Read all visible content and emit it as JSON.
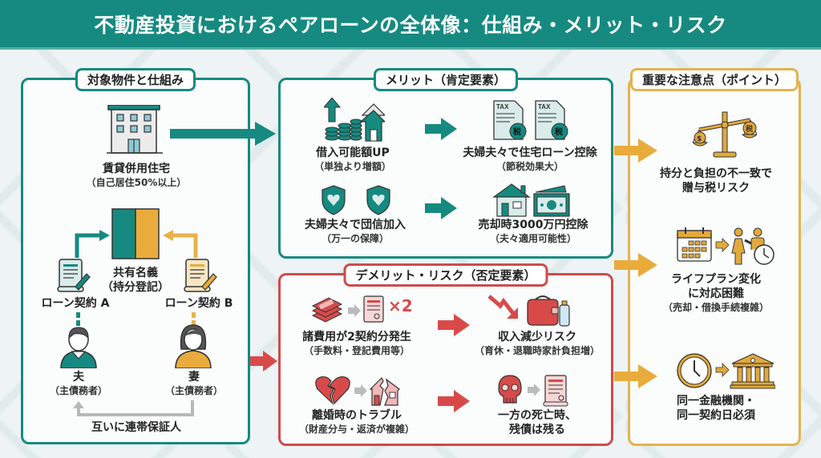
{
  "title": "不動産投資におけるペアローンの全体像：仕組み・メリット・リスク",
  "colors": {
    "teal": "#168a80",
    "red": "#cc4c4c",
    "gold": "#e2b451",
    "background": "#eef4f5"
  },
  "structure": {
    "heading": "対象物件と仕組み",
    "property": {
      "icon": "apartment-building-icon",
      "label": "賃貸併用住宅",
      "note": "（自己居住50%以上）"
    },
    "ownership": {
      "icon": "co-ownership-split-icon",
      "label": "共有名義",
      "note": "（持分登記）"
    },
    "loan_a": {
      "icon": "contract-teal-icon",
      "label": "ローン契約 A"
    },
    "loan_b": {
      "icon": "contract-gold-icon",
      "label": "ローン契約 B"
    },
    "husband": {
      "icon": "husband-person-icon",
      "label": "夫",
      "note": "（主債務者）"
    },
    "wife": {
      "icon": "wife-person-icon",
      "label": "妻",
      "note": "（主債務者）"
    },
    "guarantee": "互いに連帯保証人"
  },
  "merits": {
    "heading": "メリット（肯定要素）",
    "items": [
      {
        "icon": "coins-house-up-icon",
        "label": "借入可能額UP",
        "note": "（単独より増額）"
      },
      {
        "icon": "tax-documents-icon",
        "label": "夫婦夫々で住宅ローン控除",
        "note": "（節税効果大）"
      },
      {
        "icon": "shield-heart-icon",
        "label": "夫婦夫々で団信加入",
        "note": "（万一の保障）"
      },
      {
        "icon": "house-cash-icon",
        "label": "売却時3000万円控除",
        "note": "（夫々適用可能性）"
      }
    ]
  },
  "risks": {
    "heading": "デメリット・リスク（否定要素）",
    "items": [
      {
        "icon": "money-contract-x2-icon",
        "label": "諸費用が2契約分発生",
        "note": "（手数料・登記費用等）",
        "badge": "×2"
      },
      {
        "icon": "income-down-wallet-icon",
        "label": "収入減少リスク",
        "note": "（育休・退職時家計負担増）"
      },
      {
        "icon": "broken-heart-house-icon",
        "label": "離婚時のトラブル",
        "note": "（財産分与・返済が複雑）"
      },
      {
        "icon": "skull-contract-icon",
        "label": "一方の死亡時、",
        "note": "残債は残る"
      }
    ]
  },
  "points": {
    "heading": "重要な注意点（ポイント）",
    "items": [
      {
        "icon": "scale-tax-icon",
        "label": "持分と負担の不一致で",
        "note": "贈与税リスク"
      },
      {
        "icon": "calendar-life-icon",
        "label": "ライフプラン変化",
        "label2": "に対応困難",
        "note": "（売却・借換手続複雑）"
      },
      {
        "icon": "clock-bank-icon",
        "label": "同一金融機関・",
        "note": "同一契約日必須"
      }
    ]
  }
}
